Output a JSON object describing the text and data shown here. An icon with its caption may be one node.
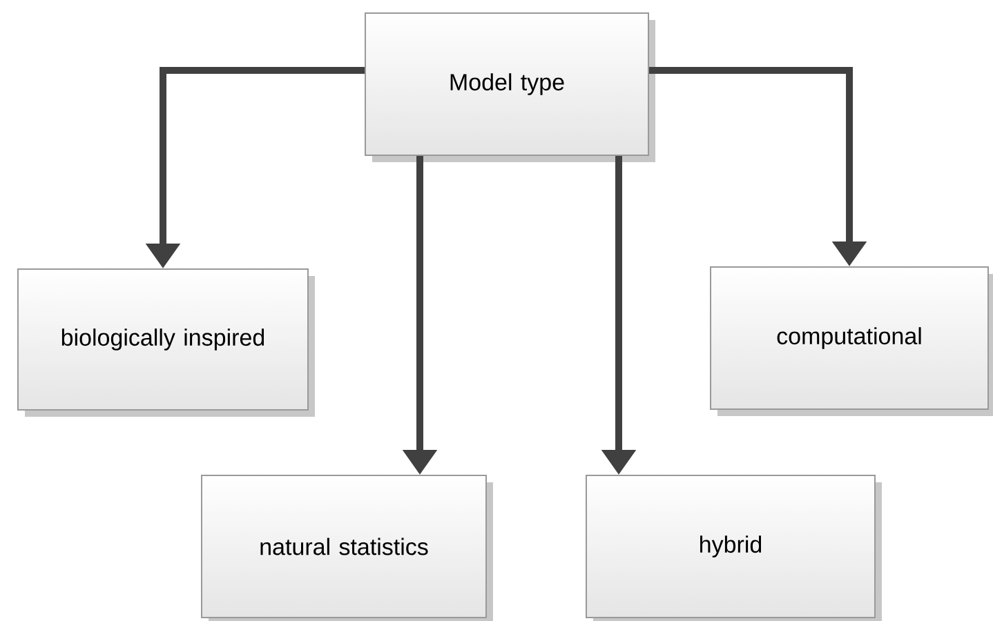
{
  "diagram": {
    "nodes": [
      {
        "text": [
          "Model type"
        ]
      },
      {
        "text": [
          "biologically inspired"
        ]
      },
      {
        "text": [
          "computational"
        ]
      },
      {
        "text": [
          "natural statistics"
        ]
      },
      {
        "text": [
          "hybrid"
        ]
      }
    ],
    "edges": [
      {
        "from": 0,
        "to": 1,
        "arrow": "to"
      },
      {
        "from": 0,
        "to": 2,
        "arrow": "to"
      },
      {
        "from": 0,
        "to": 3,
        "arrow": "to"
      },
      {
        "from": 0,
        "to": 4,
        "arrow": "to"
      }
    ]
  }
}
